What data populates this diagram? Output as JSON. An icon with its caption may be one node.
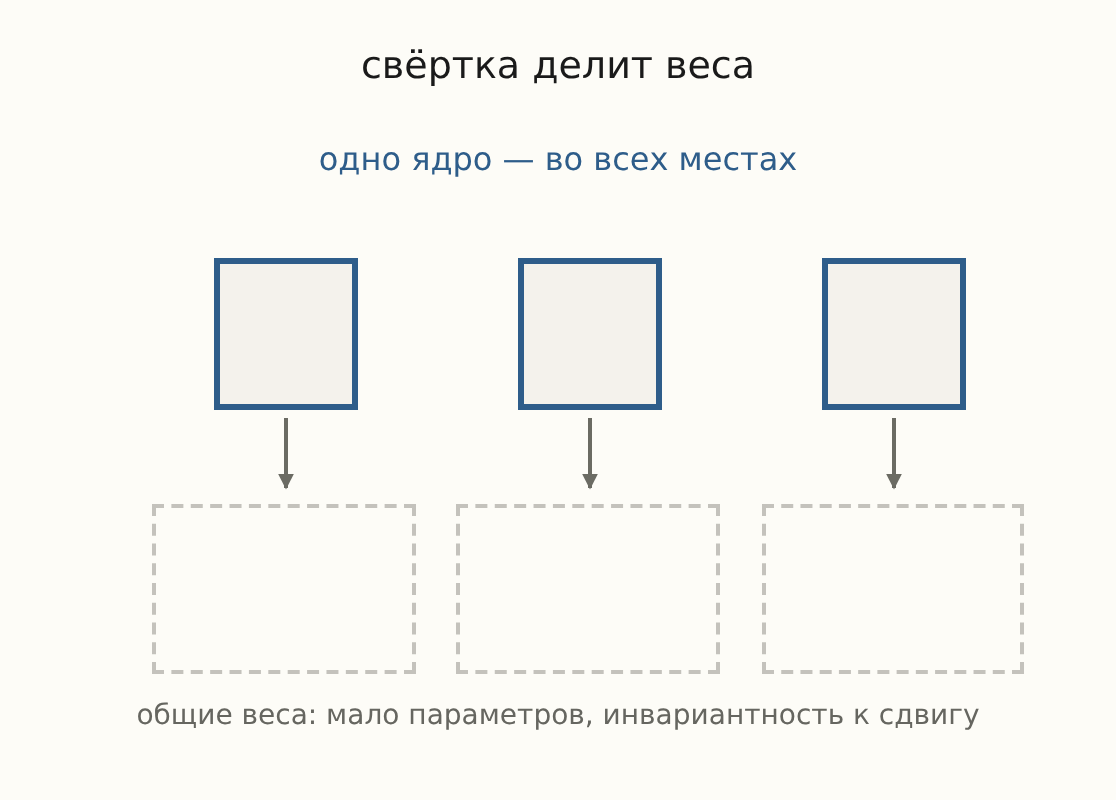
{
  "diagram": {
    "title": "свёртка делит веса",
    "caption": "общие веса: мало параметров, инвариантность к сдвигу",
    "nodes": [
      {
        "text": [],
        "shape": "box"
      },
      {
        "text": [],
        "shape": "box"
      },
      {
        "text": [],
        "shape": "box"
      },
      {
        "text": [],
        "shape": "box"
      },
      {
        "text": [],
        "shape": "box"
      },
      {
        "text": [],
        "shape": "box"
      }
    ],
    "edges": [
      {
        "from": 0,
        "to": 3,
        "arrow": "to"
      },
      {
        "from": 1,
        "to": 4,
        "arrow": "to"
      },
      {
        "from": 2,
        "to": 5,
        "arrow": "to"
      }
    ],
    "labels": [
      "одно ядро — во всех местах"
    ]
  }
}
